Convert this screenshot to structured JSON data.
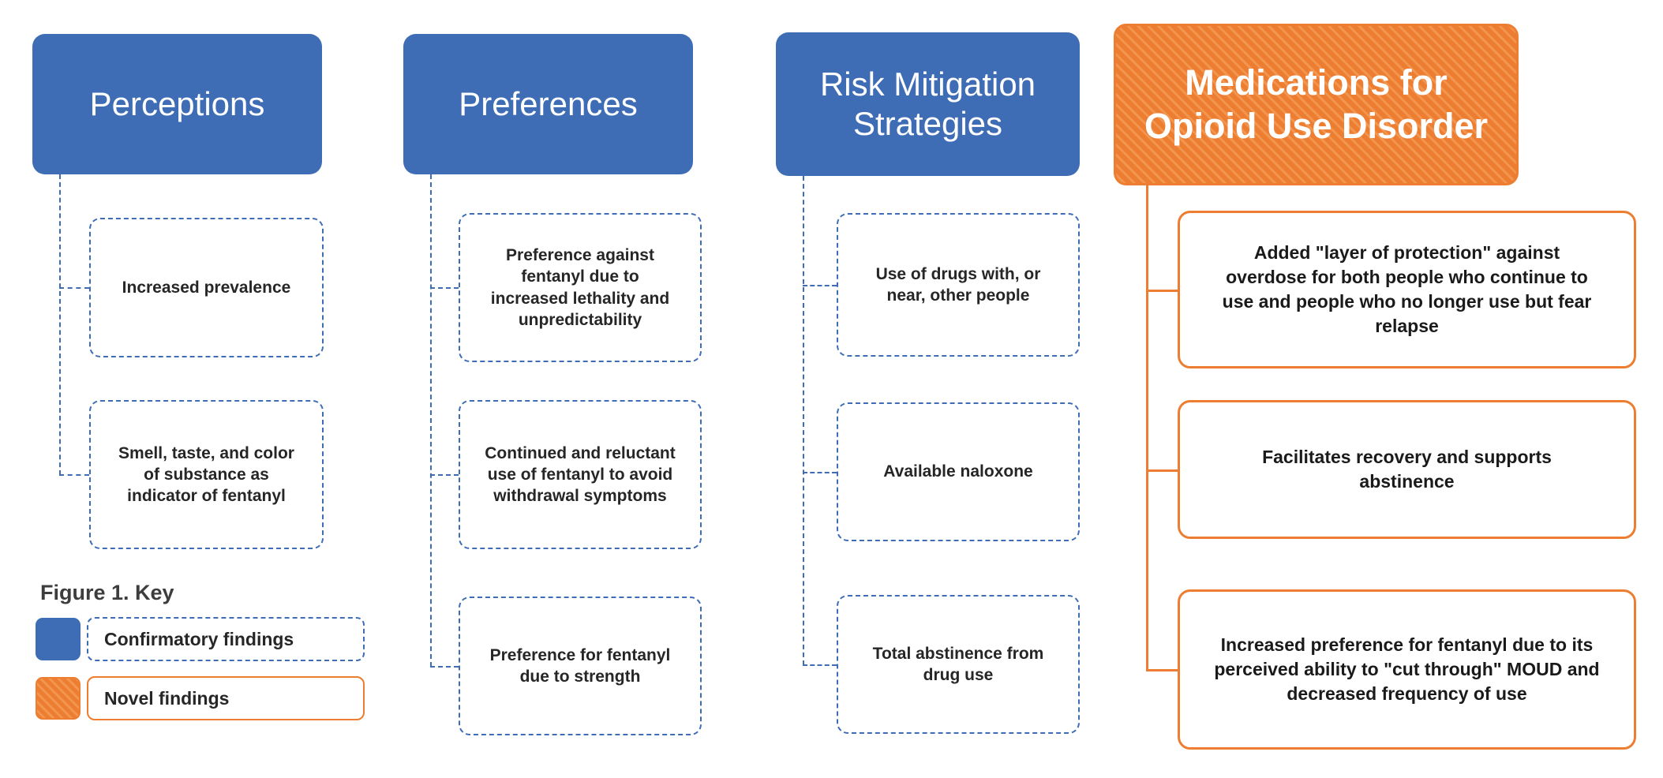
{
  "colors": {
    "confirmatory_blue": "#3E6DB5",
    "novel_orange": "#ED7D31"
  },
  "columns": [
    {
      "header": "Perceptions",
      "category": "confirmatory",
      "items": [
        "Increased prevalence",
        "Smell, taste, and color of substance as indicator of fentanyl"
      ]
    },
    {
      "header": "Preferences",
      "category": "confirmatory",
      "items": [
        "Preference against fentanyl due to increased lethality and unpredictability",
        "Continued and reluctant use of fentanyl to avoid withdrawal symptoms",
        "Preference for fentanyl due to strength"
      ]
    },
    {
      "header": "Risk Mitigation Strategies",
      "category": "confirmatory",
      "items": [
        "Use of drugs with, or near, other people",
        "Available naloxone",
        "Total abstinence from drug use"
      ]
    },
    {
      "header": "Medications for Opioid Use Disorder",
      "category": "novel",
      "items": [
        "Added \"layer of protection\" against overdose for both people who continue to use and people who no longer use but fear relapse",
        "Facilitates recovery and supports abstinence",
        "Increased preference for fentanyl due to its perceived ability to \"cut through\" MOUD and decreased frequency of use"
      ]
    }
  ],
  "legend": {
    "title": "Figure 1. Key",
    "entries": [
      {
        "label": "Confirmatory findings",
        "style": "confirmatory"
      },
      {
        "label": "Novel findings",
        "style": "novel"
      }
    ]
  }
}
